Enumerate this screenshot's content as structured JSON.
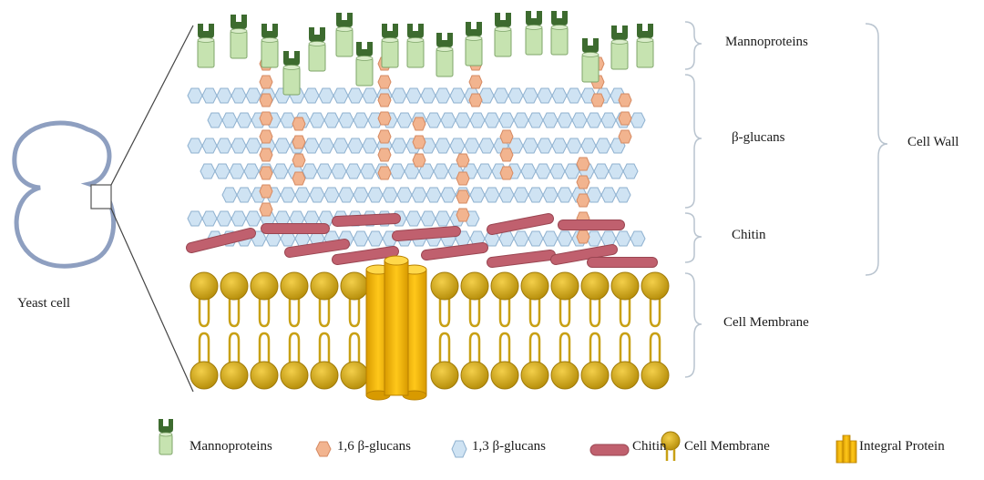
{
  "cell": {
    "label": "Yeast cell"
  },
  "layers": {
    "mannoproteins": "Mannoproteins",
    "beta_glucans": "β-glucans",
    "chitin": "Chitin",
    "cell_wall": "Cell Wall",
    "cell_membrane": "Cell Membrane"
  },
  "legend": [
    {
      "id": "mannoproteins",
      "label": "Mannoproteins",
      "icon": "mannoprotein-icon"
    },
    {
      "id": "b16",
      "label": "1,6 β-glucans",
      "icon": "beta-1-6-glucan-icon"
    },
    {
      "id": "b13",
      "label": "1,3 β-glucans",
      "icon": "beta-1-3-glucan-icon"
    },
    {
      "id": "chitin",
      "label": "Chitin",
      "icon": "chitin-icon"
    },
    {
      "id": "membrane",
      "label": "Cell Membrane",
      "icon": "lipid-icon"
    },
    {
      "id": "integral",
      "label": "Integral Protein",
      "icon": "integral-protein-icon"
    }
  ],
  "colors": {
    "mannoprotein_body": "#c6e3b0",
    "mannoprotein_head": "#3d6b2f",
    "beta16": "#f2b48f",
    "beta13": "#cfe3f3",
    "chitin": "#c0606e",
    "lipid": "#c8a014",
    "integral": "#f2b500",
    "cell_outline": "#8e9fc0"
  }
}
